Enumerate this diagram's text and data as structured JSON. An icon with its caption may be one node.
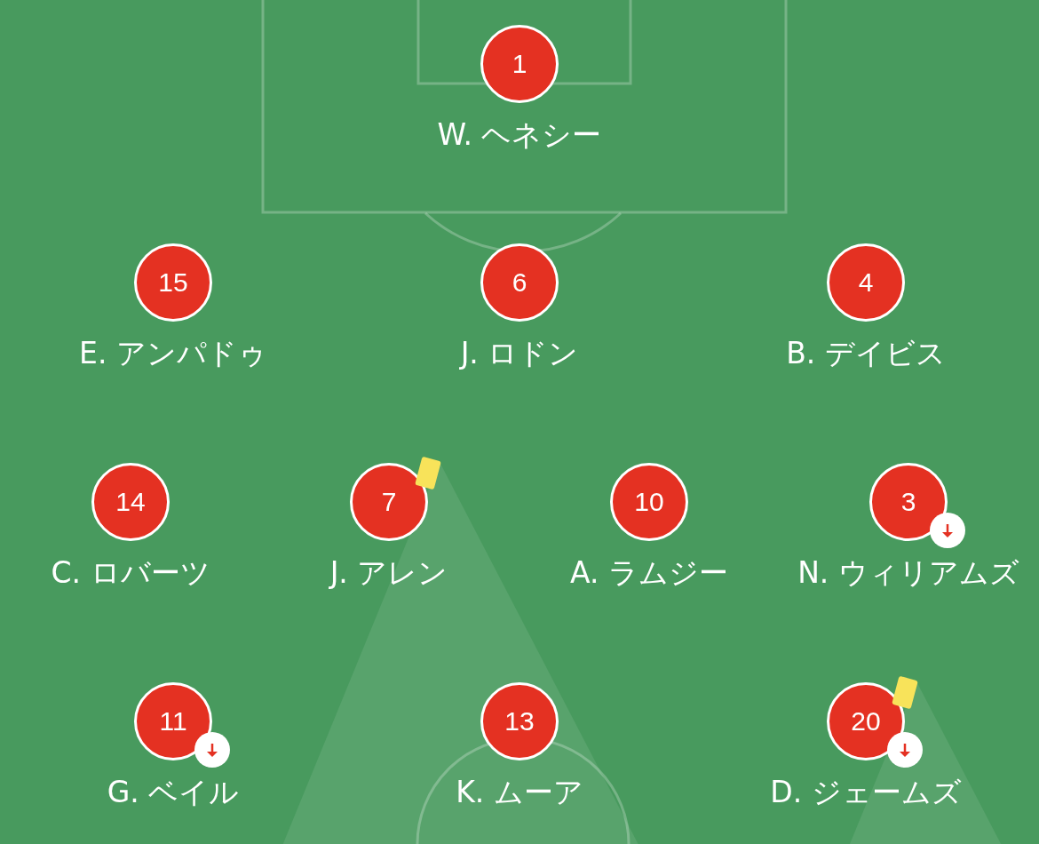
{
  "diagram": {
    "nodes": [
      {
        "text": [
          "1"
        ],
        "beside": [
          "W. ヘネシー"
        ]
      },
      {
        "text": [
          "15"
        ],
        "beside": [
          "E. アンパドゥ"
        ]
      },
      {
        "text": [
          "6"
        ],
        "beside": [
          "J. ロドン"
        ]
      },
      {
        "text": [
          "4"
        ],
        "beside": [
          "B. デイビス"
        ]
      },
      {
        "text": [
          "14"
        ],
        "beside": [
          "C. ロバーツ"
        ]
      },
      {
        "text": [
          "7"
        ],
        "beside": [
          "J. アレン"
        ]
      },
      {
        "text": [
          "10"
        ],
        "beside": [
          "A. ラムジー"
        ]
      },
      {
        "text": [
          "3"
        ],
        "beside": [
          "N. ウィリアムズ"
        ]
      },
      {
        "text": [
          "11"
        ],
        "beside": [
          "G. ベイル"
        ]
      },
      {
        "text": [
          "13"
        ],
        "beside": [
          "K. ムーア"
        ]
      },
      {
        "text": [
          "20"
        ],
        "beside": [
          "D. ジェームズ"
        ]
      }
    ]
  }
}
